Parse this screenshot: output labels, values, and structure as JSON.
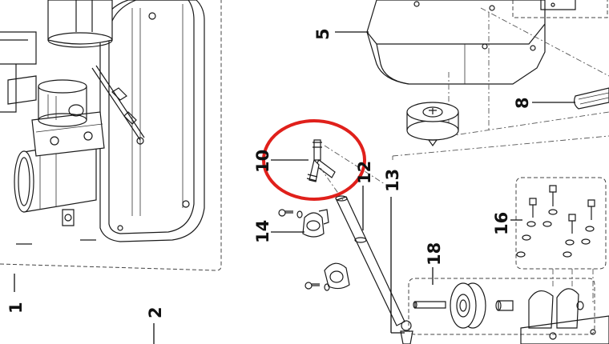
{
  "diagram": {
    "callouts": [
      {
        "id": "1",
        "label": "1"
      },
      {
        "id": "2",
        "label": "2"
      },
      {
        "id": "5",
        "label": "5"
      },
      {
        "id": "8",
        "label": "8"
      },
      {
        "id": "10",
        "label": "10"
      },
      {
        "id": "12",
        "label": "12"
      },
      {
        "id": "13",
        "label": "13"
      },
      {
        "id": "14",
        "label": "14"
      },
      {
        "id": "16",
        "label": "16"
      },
      {
        "id": "18",
        "label": "18"
      }
    ],
    "highlight_color": "#e0201b",
    "line_color": "#1a1a1a",
    "dash_color": "#555555"
  }
}
